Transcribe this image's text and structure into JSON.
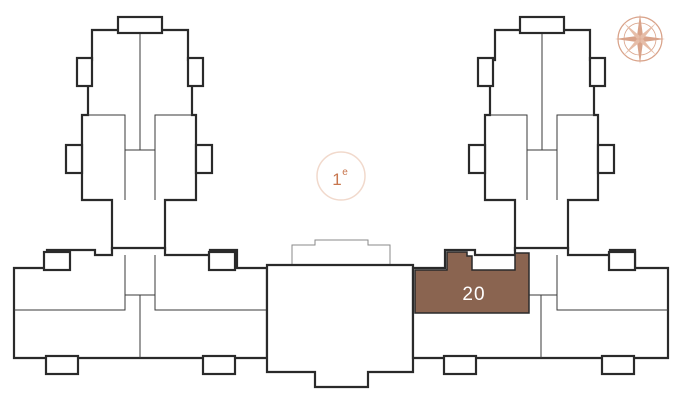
{
  "floor": {
    "number": "1",
    "suffix": "e"
  },
  "selected_unit": {
    "label": "20",
    "fill": "#8a6450"
  },
  "colors": {
    "walls": "#2a2a2a",
    "accent": "#c8764e",
    "compass": "#d9a38a"
  },
  "icons": {
    "compass": "compass-rose-icon"
  }
}
